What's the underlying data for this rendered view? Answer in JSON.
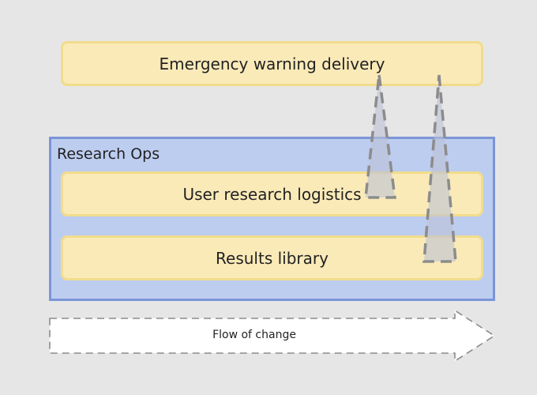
{
  "boxes": {
    "emergency": "Emergency warning delivery",
    "logistics": "User research logistics",
    "library": "Results library"
  },
  "group": {
    "title": "Research Ops"
  },
  "flow": {
    "label": "Flow of change"
  },
  "colors": {
    "background": "#e6e6e6",
    "box_fill": "#faeab8",
    "box_border": "#f1dc8c",
    "group_fill": "#bdcdf0",
    "group_border": "#7b95d8",
    "dashed": "#8c8c8c"
  }
}
